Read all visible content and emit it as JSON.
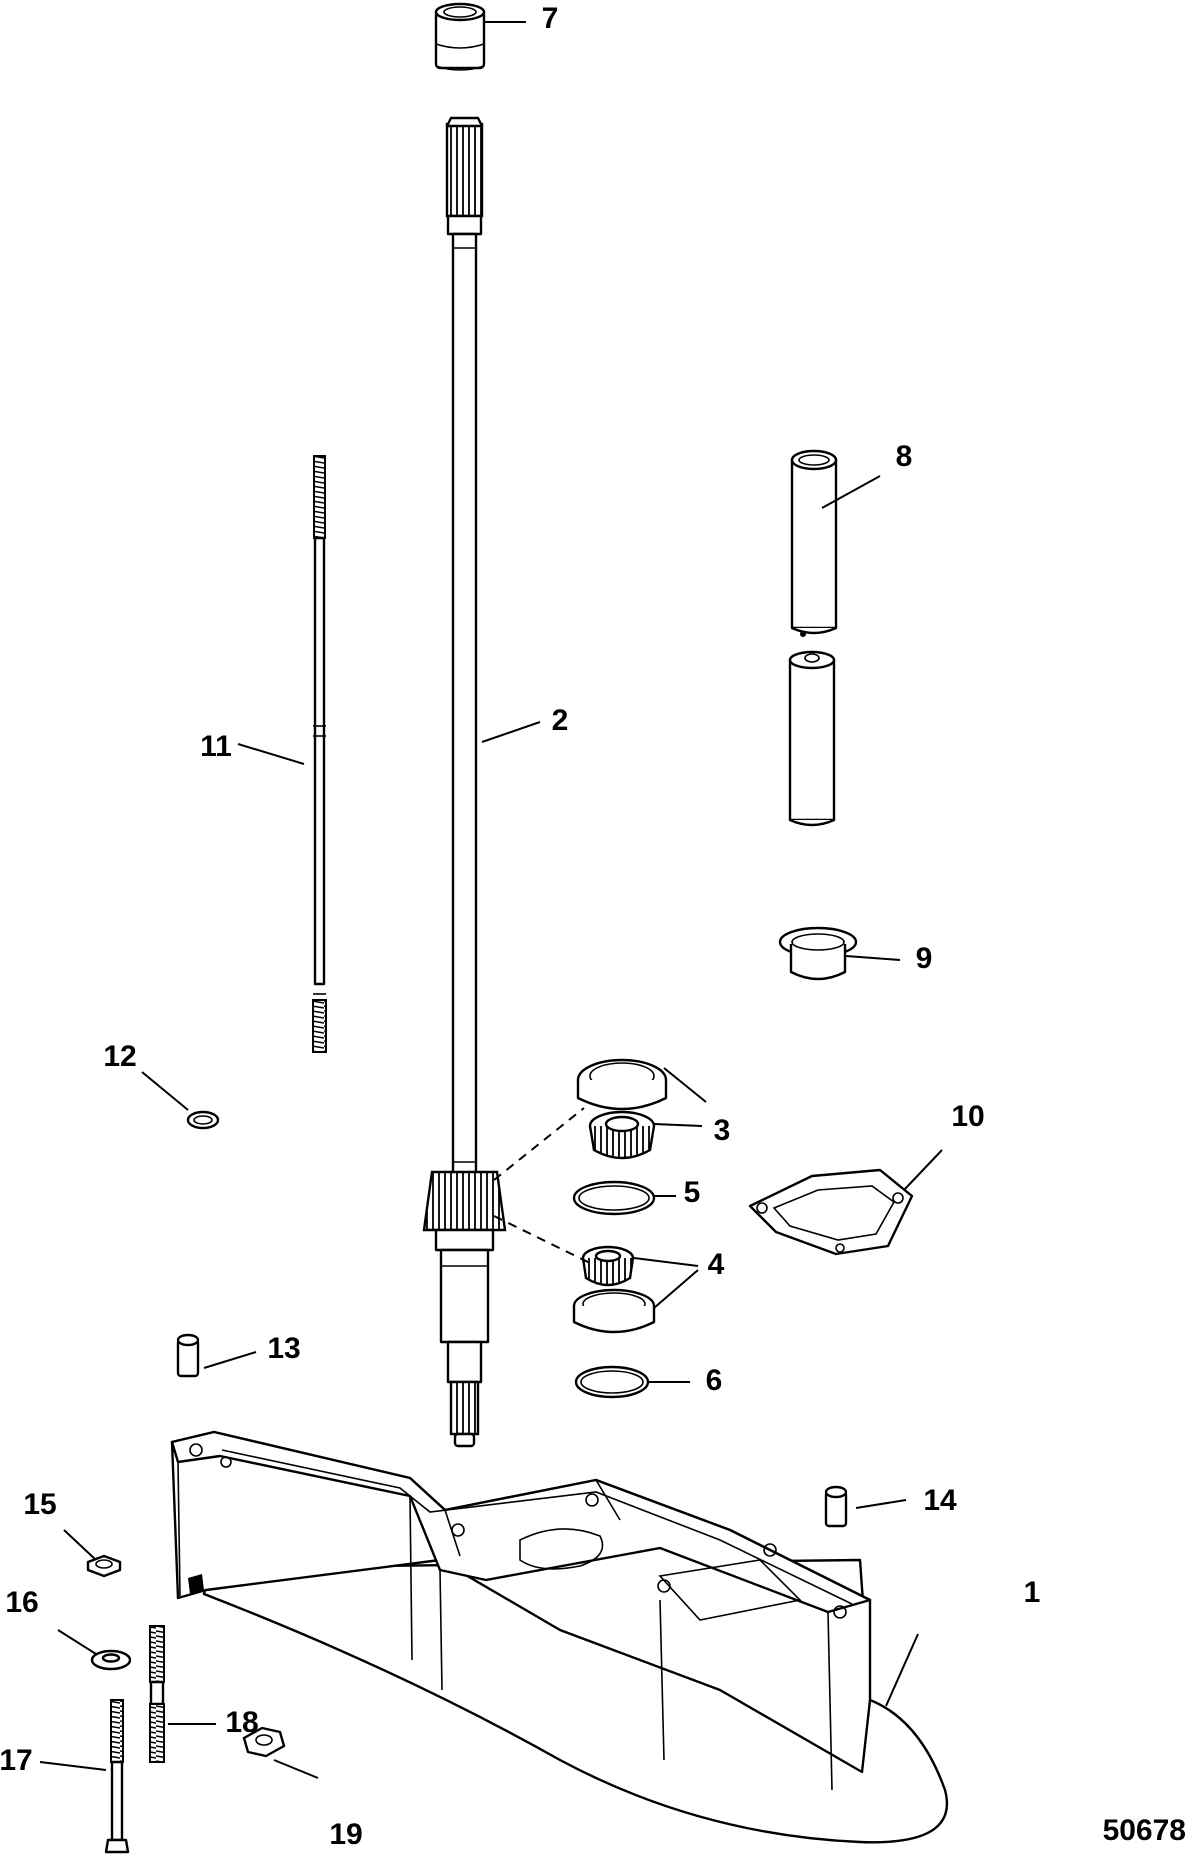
{
  "diagram": {
    "figure_number": "50678",
    "callouts": [
      "1",
      "2",
      "3",
      "4",
      "5",
      "6",
      "7",
      "8",
      "9",
      "10",
      "11",
      "12",
      "13",
      "14",
      "15",
      "16",
      "17",
      "18",
      "19"
    ]
  }
}
